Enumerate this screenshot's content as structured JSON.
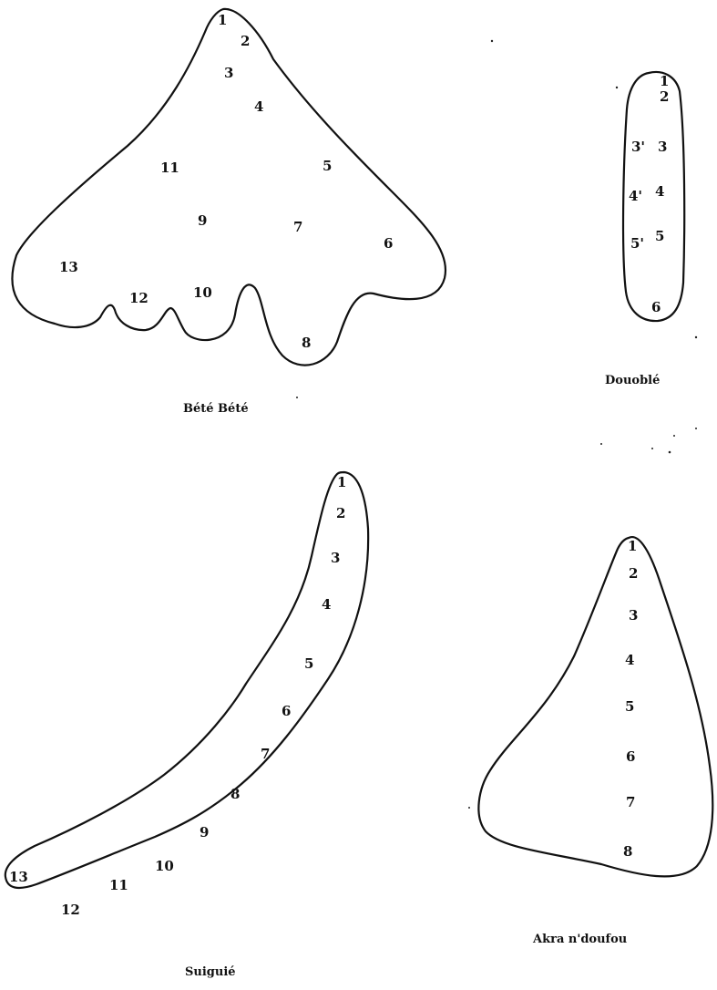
{
  "figures": [
    {
      "id": "bete-bete",
      "caption": "Bété Bété",
      "labels": [
        "1",
        "2",
        "3",
        "4",
        "5",
        "6",
        "7",
        "8",
        "9",
        "10",
        "11",
        "12",
        "13"
      ]
    },
    {
      "id": "douoble",
      "caption": "Douoblé",
      "labels": [
        "1",
        "2",
        "3",
        "3'",
        "4",
        "4'",
        "5",
        "5'",
        "6"
      ]
    },
    {
      "id": "suiguie",
      "caption": "Suiguié",
      "labels": [
        "1",
        "2",
        "3",
        "4",
        "5",
        "6",
        "7",
        "8",
        "9",
        "10",
        "11",
        "12",
        "13"
      ]
    },
    {
      "id": "akra-ndoufou",
      "caption": "Akra n'doufou",
      "labels": [
        "1",
        "2",
        "3",
        "4",
        "5",
        "6",
        "7",
        "8"
      ]
    }
  ],
  "colors": {
    "ink": "#111111",
    "paper": "#ffffff"
  }
}
